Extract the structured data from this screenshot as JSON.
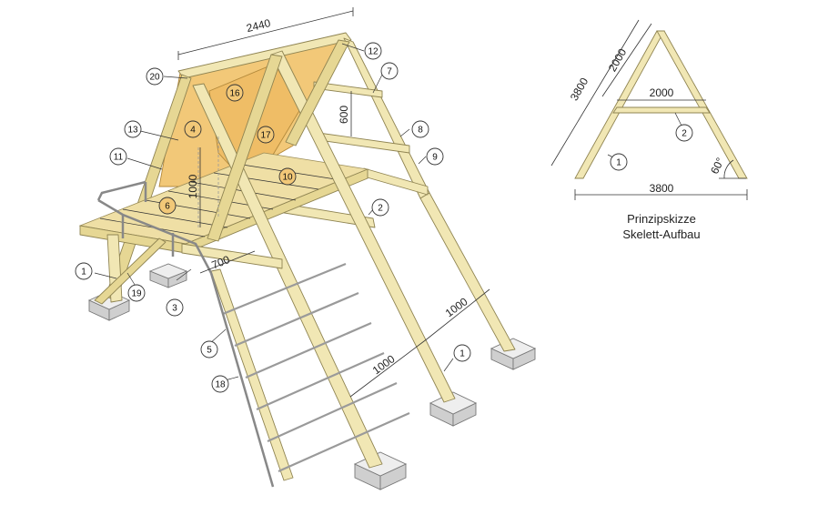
{
  "main_drawing": {
    "dimensions": {
      "top_width": "2440",
      "middle_height": "600",
      "platform_height": "1000",
      "ladder_step": "700",
      "leg_lower": "1000",
      "leg_upper": "1000"
    },
    "callouts": [
      "20",
      "12",
      "7",
      "16",
      "4",
      "13",
      "17",
      "8",
      "11",
      "10",
      "9",
      "6",
      "2",
      "1",
      "19",
      "3",
      "5",
      "18",
      "1"
    ]
  },
  "sketch": {
    "caption_line1": "Prinzipskizze",
    "caption_line2": "Skelett-Aufbau",
    "dimensions": {
      "leg_length": "3800",
      "upper_length": "2000",
      "crossbar": "2000",
      "base_width": "3800",
      "angle": "60°"
    },
    "callouts": [
      "1",
      "2"
    ]
  },
  "colors": {
    "wood": "#f1e7b4",
    "panel": "#f2c878",
    "concrete": "#cfcfcf"
  }
}
